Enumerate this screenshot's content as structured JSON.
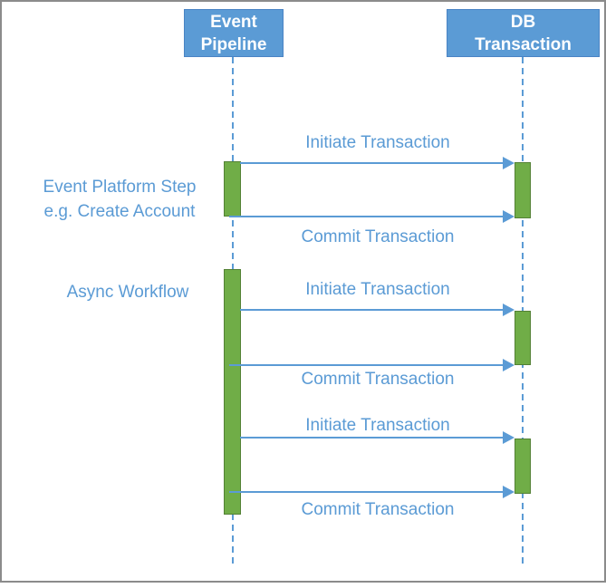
{
  "diagram": {
    "type": "sequence-diagram",
    "actors": [
      {
        "id": "event-pipeline",
        "label": "Event\nPipeline"
      },
      {
        "id": "db-transaction",
        "label": "DB\nTransaction"
      }
    ],
    "annotations": {
      "step": "Event Platform Step\ne.g. Create Account",
      "async": "Async Workflow"
    },
    "messages": [
      {
        "label": "Initiate Transaction",
        "from": "Event Pipeline",
        "to": "DB Transaction"
      },
      {
        "label": "Commit Transaction",
        "from": "Event Pipeline",
        "to": "DB Transaction"
      },
      {
        "label": "Initiate Transaction",
        "from": "Event Pipeline",
        "to": "DB Transaction"
      },
      {
        "label": "Commit Transaction",
        "from": "Event Pipeline",
        "to": "DB Transaction"
      },
      {
        "label": "Initiate Transaction",
        "from": "Event Pipeline",
        "to": "DB Transaction"
      },
      {
        "label": "Commit Transaction",
        "from": "Event Pipeline",
        "to": "DB Transaction"
      }
    ],
    "colors": {
      "accent_blue": "#5b9bd5",
      "activation_green": "#70ad47",
      "activation_border": "#538135",
      "frame_gray": "#8b8b8b",
      "actor_text": "#ffffff"
    }
  }
}
